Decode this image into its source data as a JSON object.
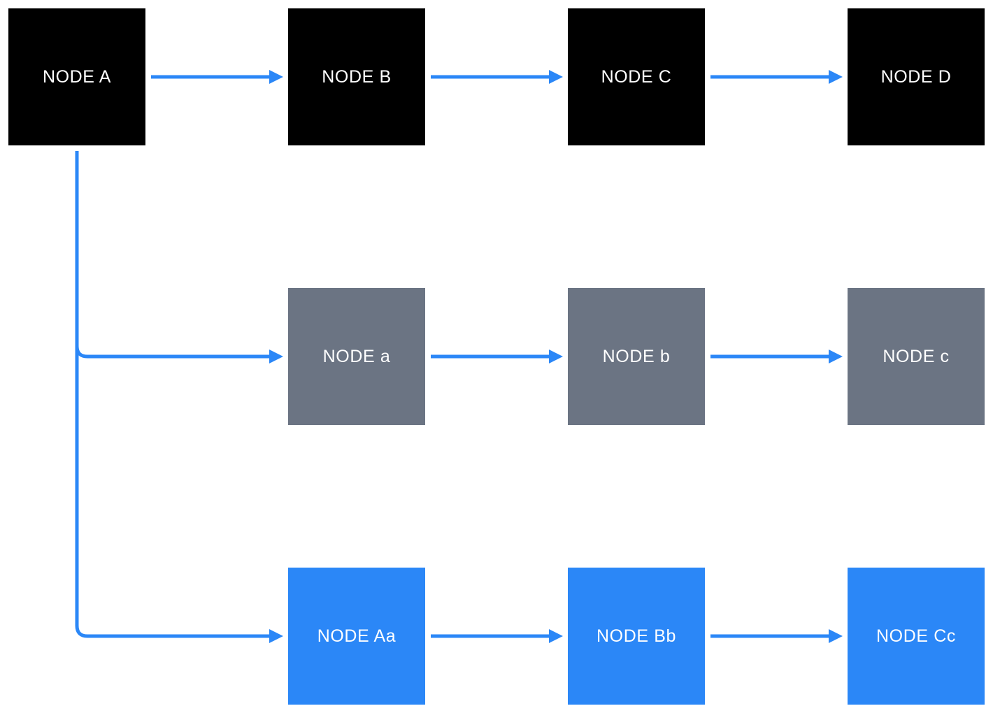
{
  "diagram": {
    "colors": {
      "top_row_node": "#000000",
      "middle_row_node": "#6b7483",
      "bottom_row_node": "#2b87f7",
      "arrow": "#2b87f7",
      "node_label_text": "#ffffff",
      "background": "#ffffff"
    },
    "rows": [
      {
        "name": "top-row",
        "node_style": "black",
        "nodes": [
          {
            "label": "NODE A"
          },
          {
            "label": "NODE B"
          },
          {
            "label": "NODE C"
          },
          {
            "label": "NODE D"
          }
        ]
      },
      {
        "name": "middle-row",
        "node_style": "gray",
        "nodes": [
          {
            "label": "NODE a"
          },
          {
            "label": "NODE b"
          },
          {
            "label": "NODE c"
          }
        ]
      },
      {
        "name": "bottom-row",
        "node_style": "blue",
        "nodes": [
          {
            "label": "NODE Aa"
          },
          {
            "label": "NODE Bb"
          },
          {
            "label": "NODE Cc"
          }
        ]
      }
    ],
    "edges": [
      {
        "from": "NODE A",
        "to": "NODE B"
      },
      {
        "from": "NODE B",
        "to": "NODE C"
      },
      {
        "from": "NODE C",
        "to": "NODE D"
      },
      {
        "from": "NODE A",
        "to": "NODE a"
      },
      {
        "from": "NODE a",
        "to": "NODE b"
      },
      {
        "from": "NODE b",
        "to": "NODE c"
      },
      {
        "from": "NODE A",
        "to": "NODE Aa"
      },
      {
        "from": "NODE Aa",
        "to": "NODE Bb"
      },
      {
        "from": "NODE Bb",
        "to": "NODE Cc"
      }
    ]
  }
}
